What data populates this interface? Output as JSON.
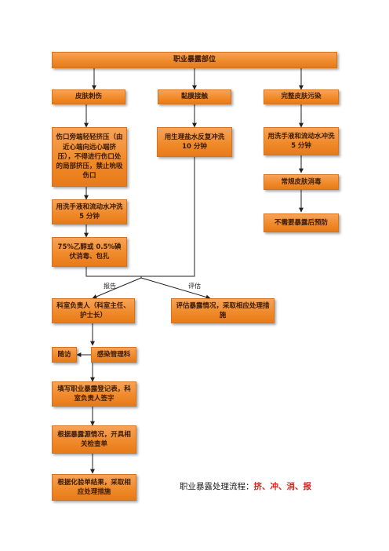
{
  "diagram": {
    "title": "职业暴露部位",
    "branches": {
      "skin_wound": "皮肤刺伤",
      "mucosa": "黏膜接触",
      "intact_skin": "完整皮肤污染"
    },
    "steps": {
      "squeeze": "伤口旁端轻轻挤压（由近心端向远心端挤压），不得进行伤口处的局部挤压，禁止吮吸伤口",
      "wash_soap": "用洗手液和流动水冲洗 5 分钟",
      "disinfect": "75%乙醇或 0.5%碘伏消毒、包扎",
      "saline": "用生理盐水反复冲洗 10 分钟",
      "wash_soap_right": "用洗手液和流动水冲洗 5 分钟",
      "skin_disinfect": "常规皮肤消毒",
      "no_prevention": "不需要暴露后预防",
      "head_of_dept": "科室负责人（科室主任、护士长）",
      "assess_action": "评估暴露情况，采取相应处理措施",
      "follow_up": "随访",
      "infection_dept": "感染管理科",
      "registration": "填写职业暴露登记表，科室负责人签字",
      "source_check": "根据暴露源情况，开具相关检查单",
      "lab_result": "根据化验单结果，采取相应处理措施"
    },
    "edge_labels": {
      "report": "报告",
      "assess": "评估"
    },
    "footer": {
      "prefix": "职业暴露处理流程：",
      "highlight": "挤、冲、消、报"
    }
  }
}
